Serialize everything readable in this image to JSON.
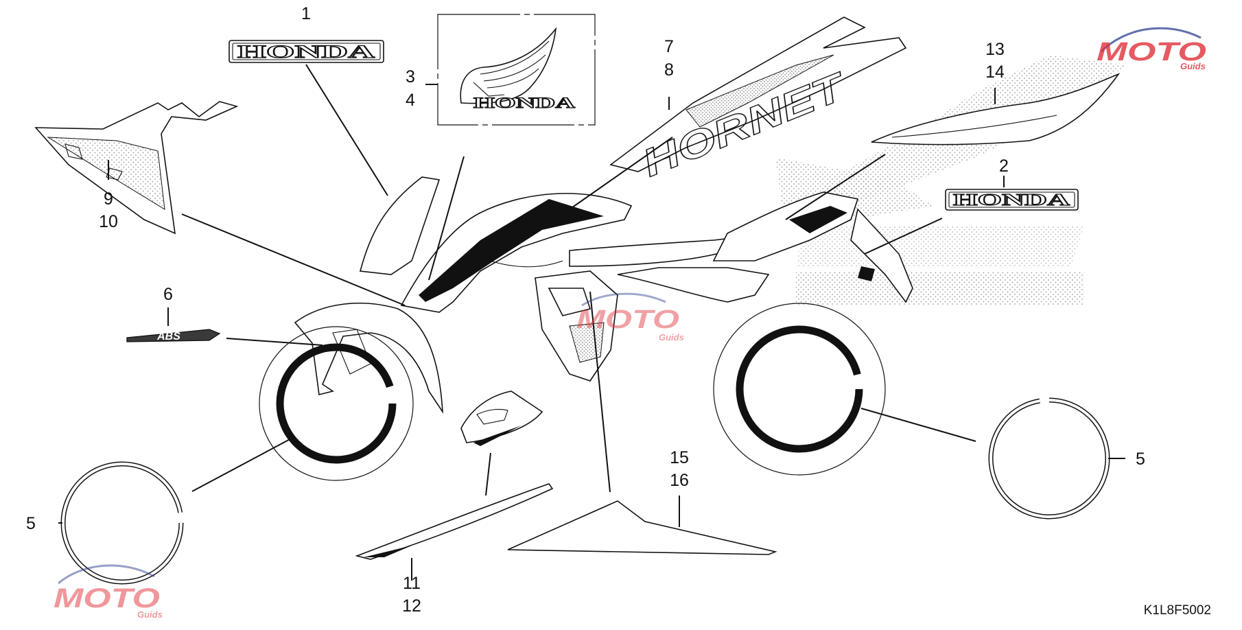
{
  "diagram": {
    "catalog_code": "K1L8F5002",
    "brand_text": "HONDA",
    "model_graphic_text": "HORNET",
    "abs_text": "ABS",
    "callouts": {
      "c1": "1",
      "c2": "2",
      "c3": "3",
      "c4": "4",
      "c5a": "5",
      "c5b": "5",
      "c6": "6",
      "c7": "7",
      "c8": "8",
      "c9": "9",
      "c10": "10",
      "c11": "11",
      "c12": "12",
      "c13": "13",
      "c14": "14",
      "c15": "15",
      "c16": "16"
    },
    "watermark": {
      "brand": "MOTO",
      "sub": "Guids",
      "colors": {
        "red": "#e0313a",
        "blue": "#2e3f8f",
        "grey": "#9a9a9a"
      }
    }
  }
}
